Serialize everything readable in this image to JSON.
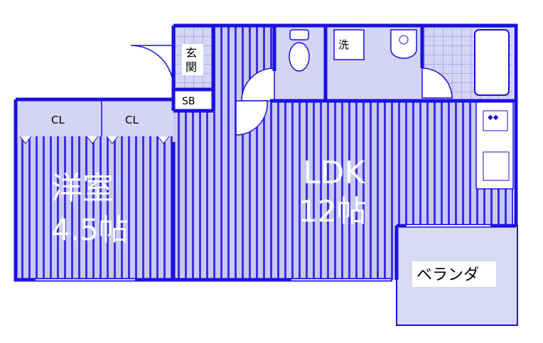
{
  "rooms": {
    "western_room_name": "洋室",
    "western_room_size": "4.5帖",
    "ldk_name": "LDK",
    "ldk_size": "12帖",
    "balcony": "ベランダ",
    "closet_left": "CL",
    "closet_right": "CL",
    "entrance_top": "玄",
    "entrance_bottom": "関",
    "shoe_box": "SB",
    "washer": "洗"
  },
  "colors": {
    "wall": "#1a10e0",
    "floor_stripe": "#1a10e0",
    "floor_bg": "#c9c9f6",
    "wet_area": "#d4d4f4",
    "balcony_fill": "#d9d9f2"
  }
}
